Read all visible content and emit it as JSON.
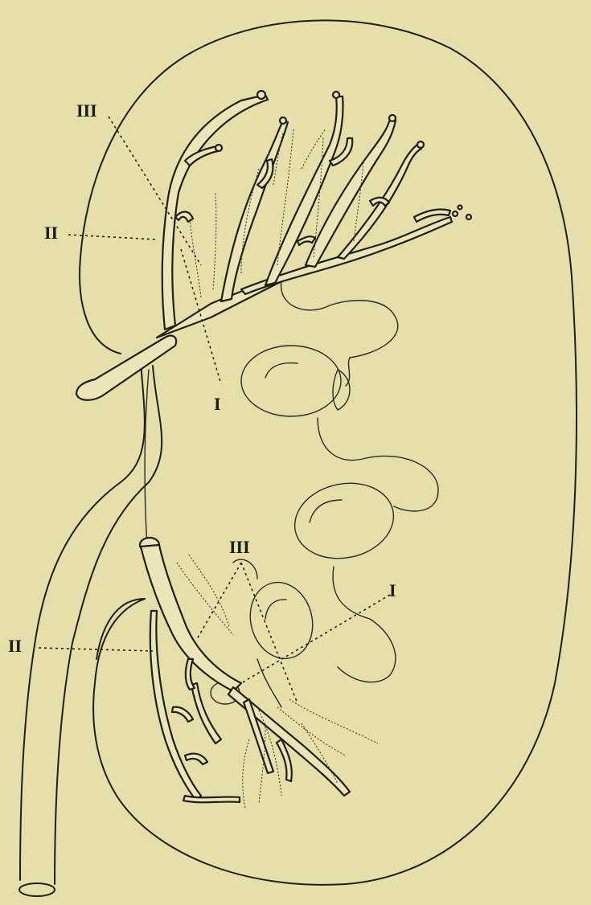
{
  "labels": {
    "upper_III": "III",
    "upper_II": "II",
    "upper_I": "I",
    "lower_III": "III",
    "lower_II": "II",
    "lower_I": "I"
  }
}
